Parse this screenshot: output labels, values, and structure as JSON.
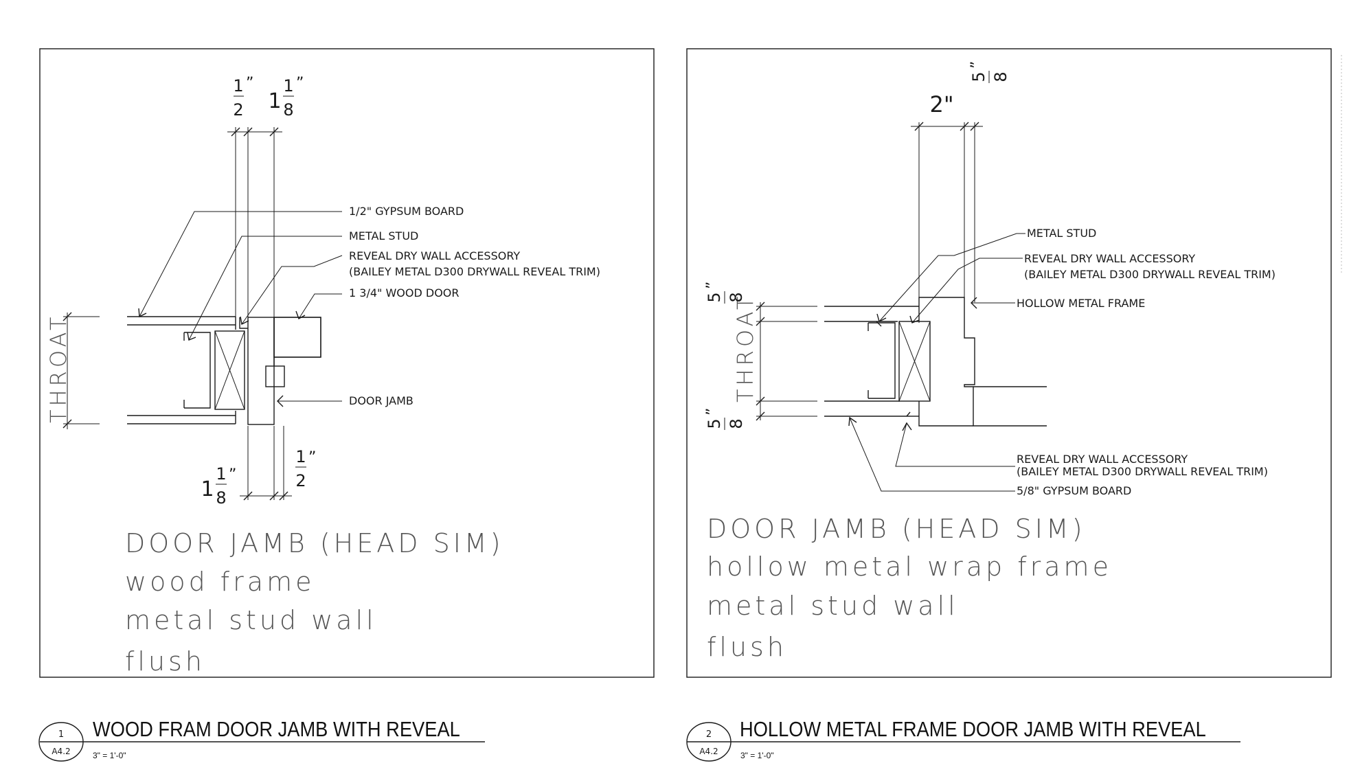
{
  "details": [
    {
      "number": "1",
      "sheet": "A4.2",
      "title": "WOOD FRAM DOOR JAMB WITH REVEAL",
      "scale": "3\" = 1'-0\"",
      "description": [
        "DOOR JAMB (HEAD SIM)",
        "wood frame",
        "metal stud wall",
        "flush"
      ],
      "labels": {
        "gypsum": "1/2\" GYPSUM BOARD",
        "stud": "METAL STUD",
        "reveal_1": "REVEAL DRY WALL ACCESSORY",
        "reveal_2": "(BAILEY METAL D300 DRYWALL REVEAL TRIM)",
        "door": "1 3/4\" WOOD DOOR",
        "jamb": "DOOR JAMB",
        "throat": "THROAT"
      },
      "dims": {
        "top_a": {
          "whole": "",
          "num": "1",
          "den": "2"
        },
        "top_b": {
          "whole": "1",
          "num": "1",
          "den": "8"
        },
        "bot_a": {
          "whole": "1",
          "num": "1",
          "den": "8"
        },
        "bot_b": {
          "whole": "",
          "num": "1",
          "den": "2"
        }
      }
    },
    {
      "number": "2",
      "sheet": "A4.2",
      "title": "HOLLOW METAL FRAME DOOR JAMB WITH REVEAL",
      "scale": "3\" = 1'-0\"",
      "description": [
        "DOOR JAMB (HEAD SIM)",
        "hollow metal wrap frame",
        "metal stud wall",
        "flush"
      ],
      "labels": {
        "stud": "METAL STUD",
        "reveal_1": "REVEAL DRY WALL ACCESSORY",
        "reveal_2": "(BAILEY METAL D300 DRYWALL REVEAL TRIM)",
        "frame": "HOLLOW METAL FRAME",
        "reveal_b1": "REVEAL DRY WALL ACCESSORY",
        "reveal_b2": "(BAILEY METAL D300 DRYWALL REVEAL TRIM)",
        "gypsum": "5/8\" GYPSUM BOARD",
        "throat": "THROAT"
      },
      "dims": {
        "top_a": "2\"",
        "top_b": {
          "num": "5",
          "den": "8"
        },
        "left_top": {
          "num": "5",
          "den": "8"
        },
        "left_bot": {
          "num": "5",
          "den": "8"
        }
      }
    }
  ]
}
